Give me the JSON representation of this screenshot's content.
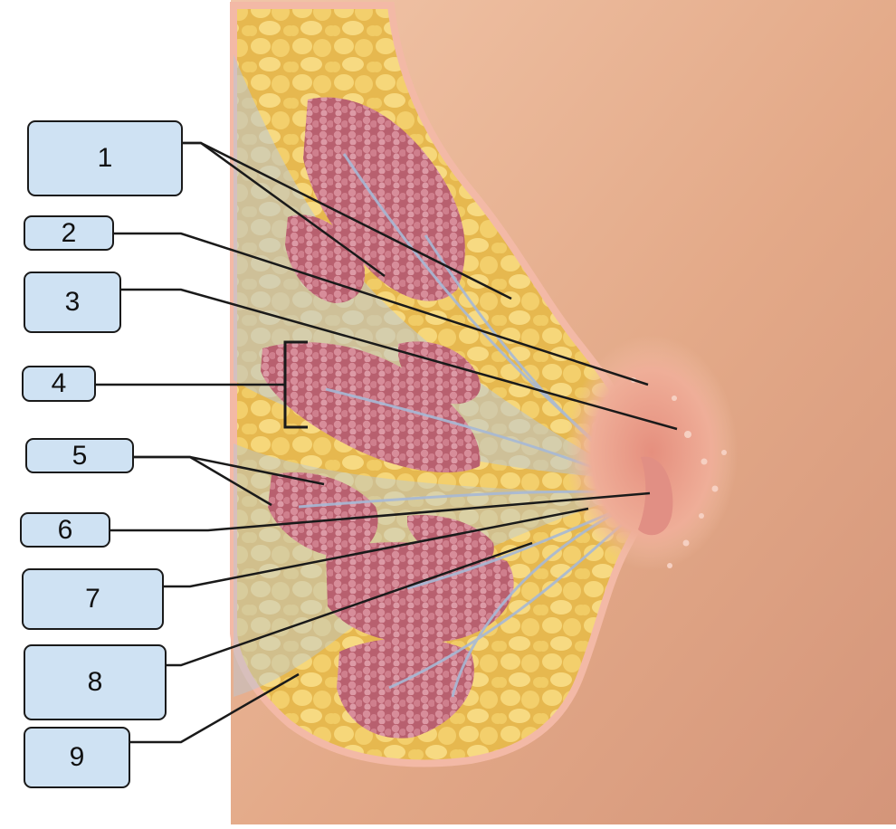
{
  "labels": [
    {
      "id": "1",
      "text": "1"
    },
    {
      "id": "2",
      "text": "2"
    },
    {
      "id": "3",
      "text": "3"
    },
    {
      "id": "4",
      "text": "4"
    },
    {
      "id": "5",
      "text": "5"
    },
    {
      "id": "6",
      "text": "6"
    },
    {
      "id": "7",
      "text": "7"
    },
    {
      "id": "8",
      "text": "8"
    },
    {
      "id": "9",
      "text": "9"
    }
  ],
  "colors": {
    "label_fill": "#cfe2f3",
    "label_border": "#1a1a1a",
    "skin": "#e4ad8e",
    "fat": "#edc45e",
    "lobule": "#c97b8a",
    "duct": "#9fb3cf",
    "areola": "#e9a08e"
  }
}
